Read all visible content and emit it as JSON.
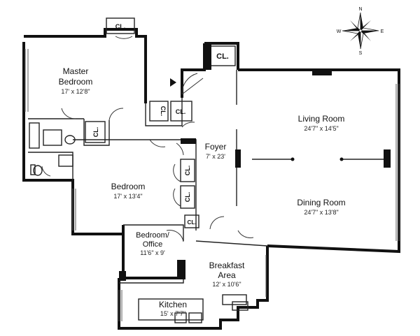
{
  "rooms": {
    "master_bedroom": {
      "name_line1": "Master",
      "name_line2": "Bedroom",
      "dims": "17' x 12'8\""
    },
    "bedroom": {
      "name": "Bedroom",
      "dims": "17' x 13'4\""
    },
    "bedroom_office": {
      "name_line1": "Bedroom/",
      "name_line2": "Office",
      "dims": "11'6\" x 9'"
    },
    "foyer": {
      "name": "Foyer",
      "dims": "7' x 23'"
    },
    "living_room": {
      "name": "Living Room",
      "dims": "24'7\" x 14'5\""
    },
    "dining_room": {
      "name": "Dining Room",
      "dims": "24'7\" x 13'8\""
    },
    "breakfast_area": {
      "name_line1": "Breakfast",
      "name_line2": "Area",
      "dims": "12' x 10'6\""
    },
    "kitchen": {
      "name": "Kitchen",
      "dims": "15' x 7'7\""
    }
  },
  "closets": {
    "top": "CL.",
    "entry": "CL.",
    "foyer": "CL.",
    "bath": "CL.",
    "bedroom_1": "CL.",
    "bedroom_2": "CL.",
    "office": "CL.",
    "linen": "CL."
  },
  "compass": {
    "n": "N",
    "s": "S",
    "e": "E",
    "w": "W"
  }
}
